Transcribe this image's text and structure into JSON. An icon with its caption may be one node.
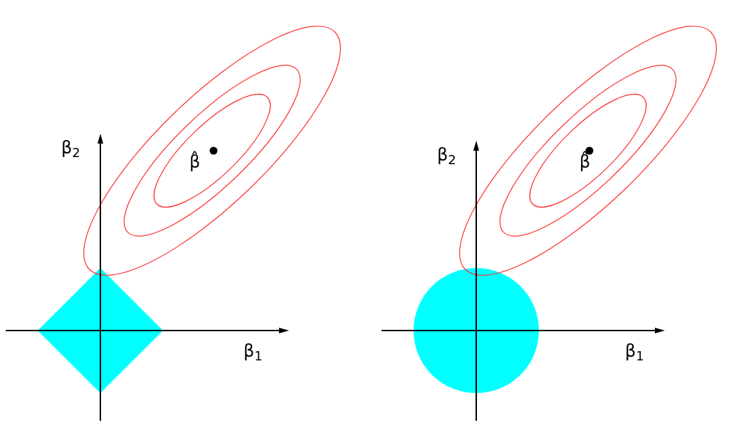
{
  "diagram": {
    "nodes": [
      {
        "text": [],
        "shape": "diamond"
      },
      {
        "text": [],
        "shape": "circle"
      }
    ],
    "labels": [
      "β$_{2}$",
      "β̂",
      "β$_{2}$",
      "β̂",
      "β$_{1}$",
      "β$_{1}$"
    ]
  }
}
